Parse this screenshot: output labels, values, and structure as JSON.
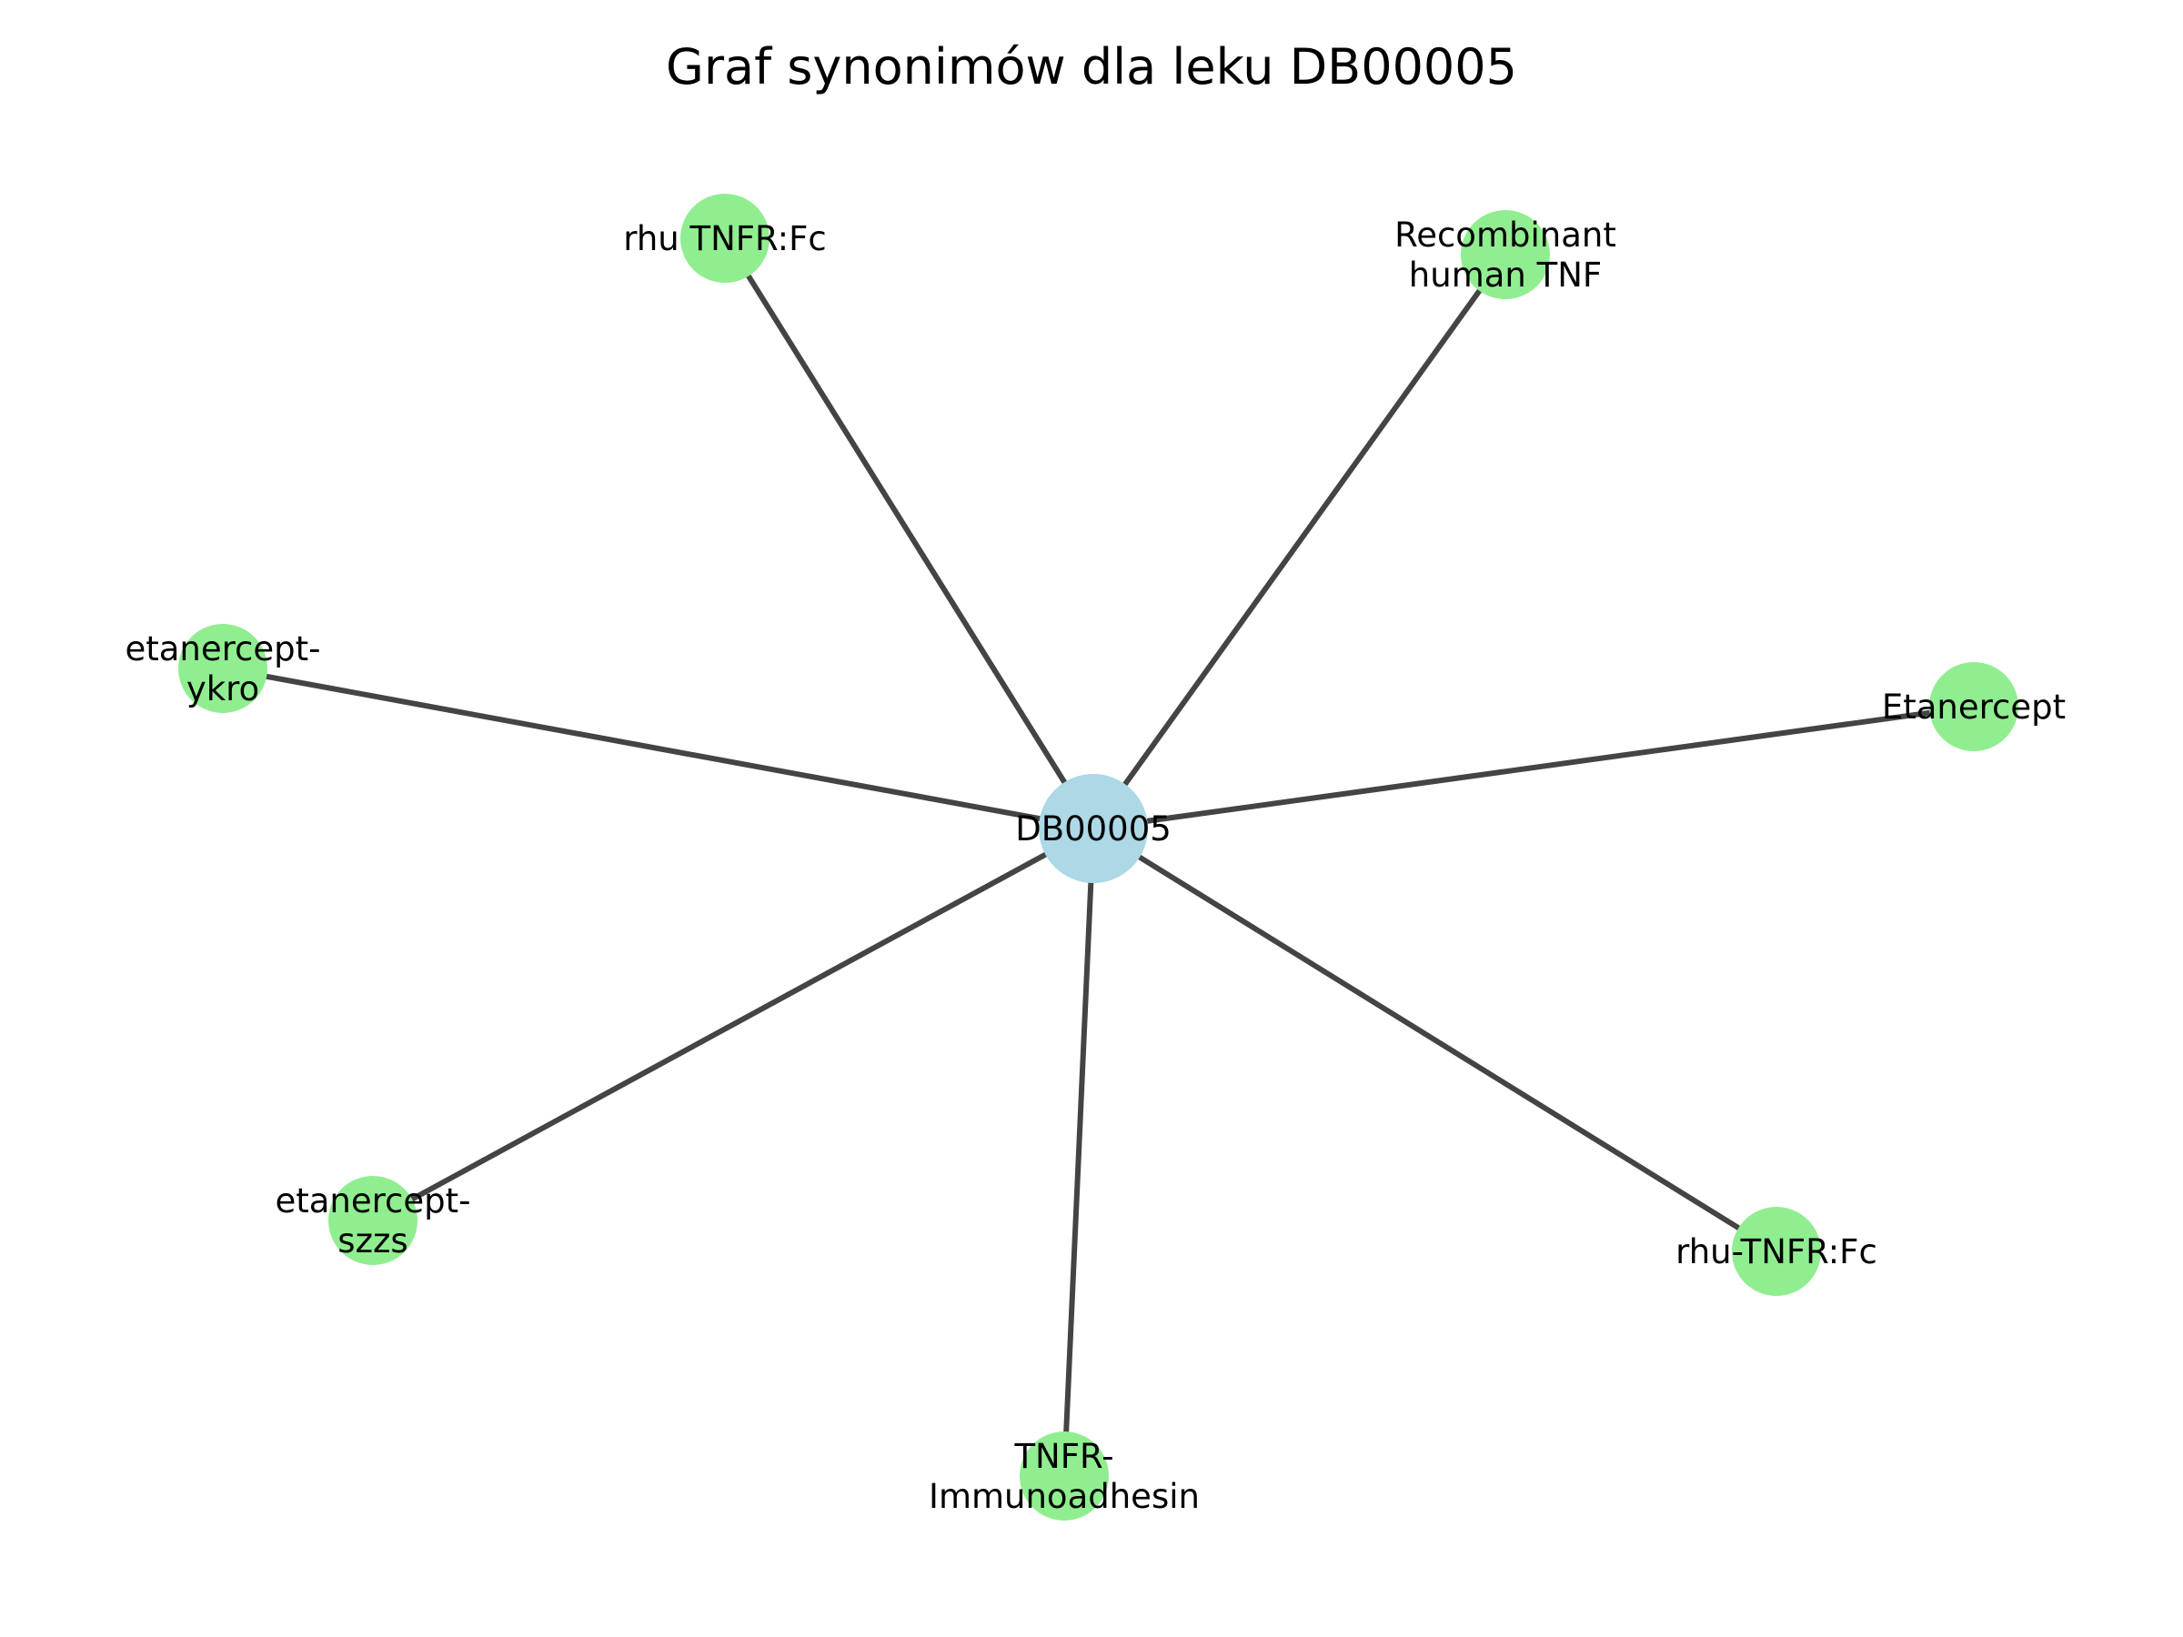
{
  "title": "Graf synonimów dla leku DB00005",
  "colors": {
    "center_node": "#add8e6",
    "synonym_node": "#90ee90",
    "edge": "#444444",
    "label": "#000000"
  },
  "center": {
    "id": "center",
    "lines": [
      "DB00005"
    ]
  },
  "synonyms": [
    {
      "id": "rhu-tnfr-fc-space",
      "lines": [
        "rhu TNFR:Fc"
      ]
    },
    {
      "id": "recombinant-human-tnf",
      "lines": [
        "Recombinant",
        "human TNF"
      ]
    },
    {
      "id": "etanercept-ykro",
      "lines": [
        "etanercept-",
        "ykro"
      ]
    },
    {
      "id": "etanercept",
      "lines": [
        "Etanercept"
      ]
    },
    {
      "id": "etanercept-szzs",
      "lines": [
        "etanercept-",
        "szzs"
      ]
    },
    {
      "id": "rhu-tnfr-fc-hyphen",
      "lines": [
        "rhu-TNFR:Fc"
      ]
    },
    {
      "id": "tnfr-immunoadhesin",
      "lines": [
        "TNFR-",
        "Immunoadhesin"
      ]
    }
  ],
  "edges": [
    [
      "center",
      "rhu-tnfr-fc-space"
    ],
    [
      "center",
      "recombinant-human-tnf"
    ],
    [
      "center",
      "etanercept-ykro"
    ],
    [
      "center",
      "etanercept"
    ],
    [
      "center",
      "etanercept-szzs"
    ],
    [
      "center",
      "rhu-tnfr-fc-hyphen"
    ],
    [
      "center",
      "tnfr-immunoadhesin"
    ]
  ]
}
